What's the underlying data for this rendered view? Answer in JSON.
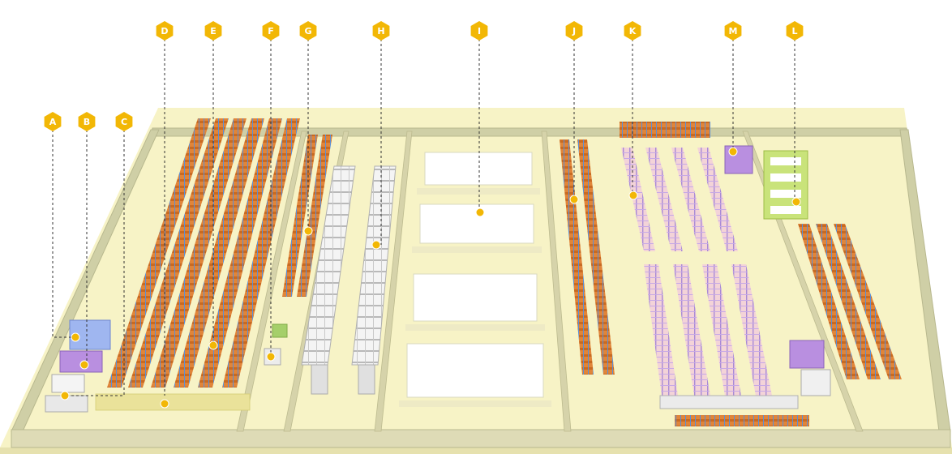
{
  "markers": [
    {
      "label": "A"
    },
    {
      "label": "B"
    },
    {
      "label": "C"
    },
    {
      "label": "D"
    },
    {
      "label": "E"
    },
    {
      "label": "F"
    },
    {
      "label": "G"
    },
    {
      "label": "H"
    },
    {
      "label": "I"
    },
    {
      "label": "J"
    },
    {
      "label": "K"
    },
    {
      "label": "M"
    },
    {
      "label": "L"
    }
  ],
  "colors": {
    "marker": "#f2b705",
    "floor": "#f7f3c6",
    "wall": "#cfcfa6",
    "rack_orange": "#d9782a",
    "rack_blue": "#5b8fd6",
    "white_unit": "#f4f4f4",
    "pink_rack": "#f2cfd4",
    "purple_unit": "#b98fe0",
    "green_unit": "#c9e37a",
    "clean_room": "#ffffff"
  }
}
